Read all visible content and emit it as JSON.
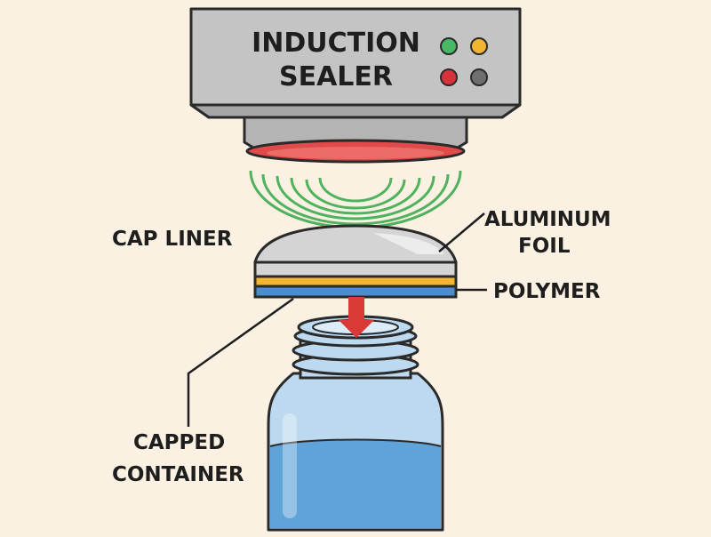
{
  "machine": {
    "title_line1": "INDUCTION",
    "title_line2": "SEALER",
    "indicator_lights": [
      {
        "name": "green-light",
        "color": "#48b865"
      },
      {
        "name": "yellow-light",
        "color": "#f2b532"
      },
      {
        "name": "red-light",
        "color": "#d8333a"
      },
      {
        "name": "gray-light",
        "color": "#6f6f6f"
      }
    ],
    "coil_color": "#e04a4a"
  },
  "field": {
    "color": "#4fb25f"
  },
  "labels": {
    "cap_liner": "CAP LINER",
    "aluminum_foil_line1": "ALUMINUM",
    "aluminum_foil_line2": "FOIL",
    "polymer": "POLYMER",
    "capped_container_line1": "CAPPED",
    "capped_container_line2": "CONTAINER"
  },
  "layers": {
    "foil_color": "#d4d4d4",
    "polymer_color": "#f5b731",
    "base_color": "#4a8ecf"
  },
  "arrow": {
    "color": "#d93a35"
  },
  "bottle": {
    "glass_color": "#bcd9ef",
    "liquid_color": "#5fa4d8"
  }
}
